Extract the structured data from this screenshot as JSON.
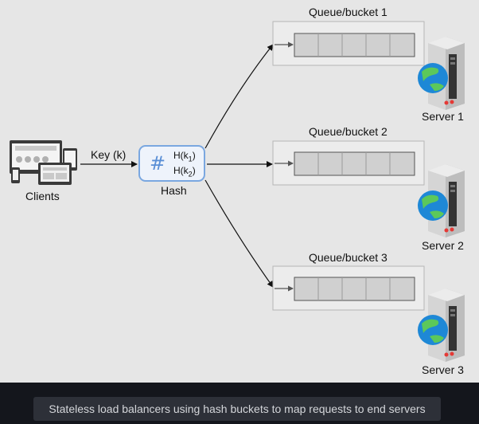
{
  "clients": {
    "label": "Clients"
  },
  "edge": {
    "key_label": "Key (k)"
  },
  "hash": {
    "label": "Hash",
    "symbol": "#",
    "h1_prefix": "H(k",
    "h1_sub": "1",
    "h2_prefix": "H(k",
    "h2_sub": "2",
    "suffix": ")"
  },
  "queues": [
    {
      "label": "Queue/bucket 1"
    },
    {
      "label": "Queue/bucket 2"
    },
    {
      "label": "Queue/bucket 3"
    }
  ],
  "servers": [
    {
      "label": "Server 1"
    },
    {
      "label": "Server 2"
    },
    {
      "label": "Server 3"
    }
  ],
  "caption": "Stateless load balancers using hash buckets to map requests to end servers",
  "colors": {
    "background": "#e6e6e6",
    "hash_border": "#7aa7e0",
    "queue_slot": "#d0d0d0",
    "footer": "#14161c",
    "globe_water": "#1e88d6",
    "globe_land": "#5cc85a"
  }
}
